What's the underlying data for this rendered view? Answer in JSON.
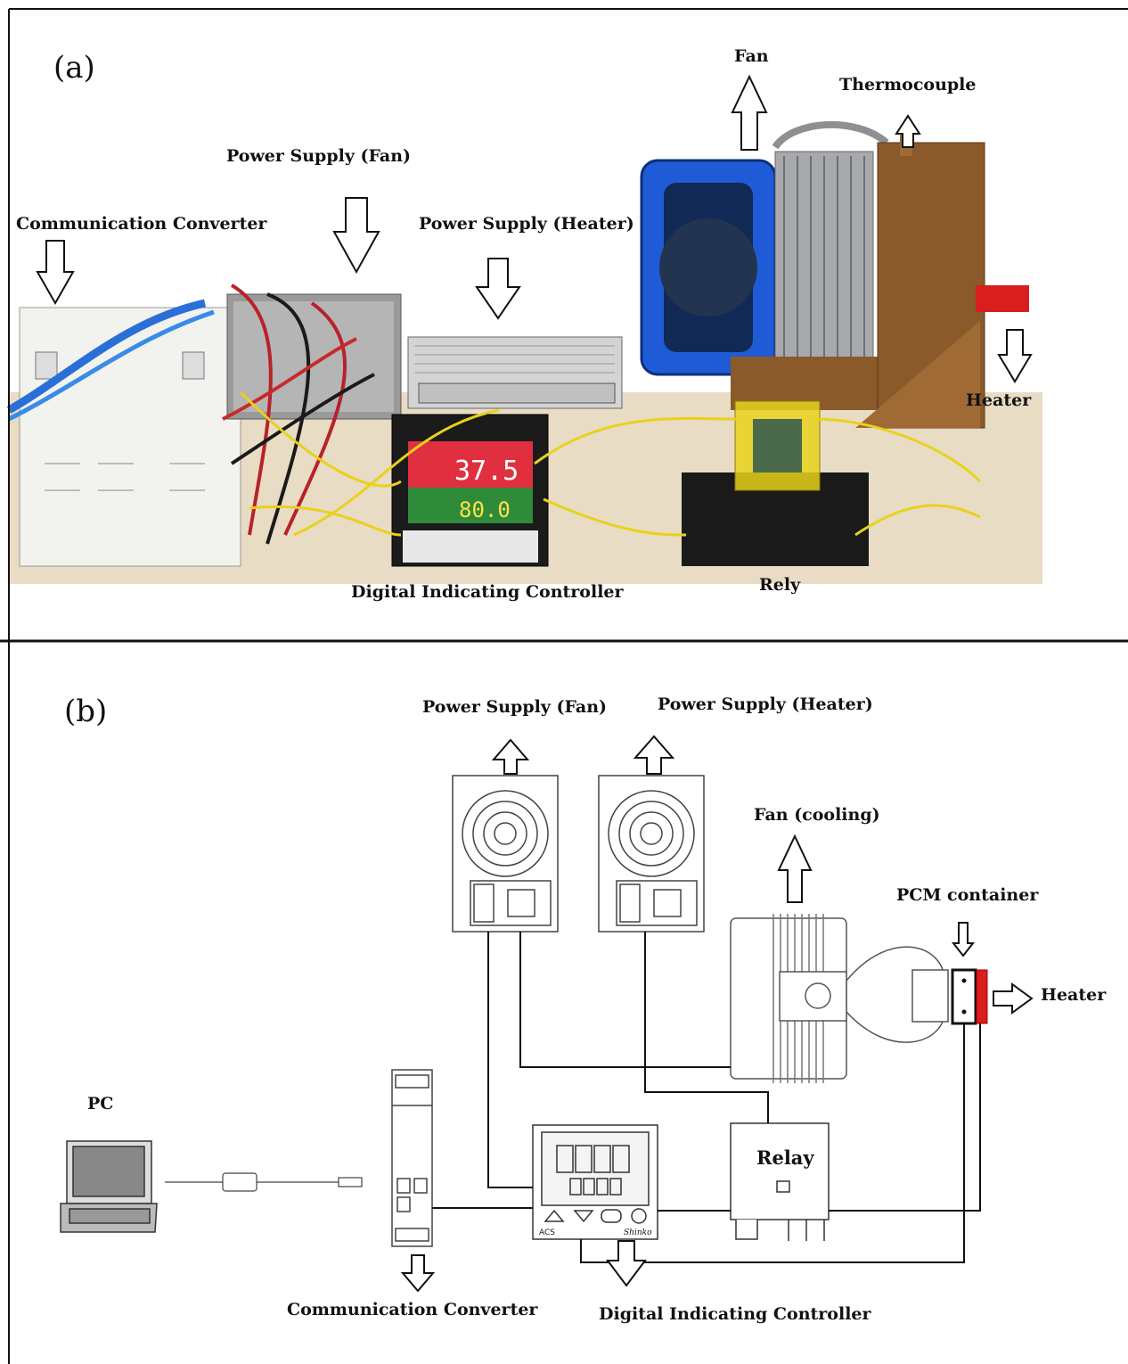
{
  "panel_a": {
    "tag": "(a)",
    "labels": {
      "fan": "Fan",
      "thermocouple": "Thermocouple",
      "power_supply_fan": "Power Supply (Fan)",
      "communication_converter": "Communication Converter",
      "power_supply_heater": "Power Supply (Heater)",
      "heater": "Heater",
      "digital_indicating_controller": "Digital Indicating Controller",
      "rely": "Rely"
    },
    "controller_display": {
      "pv": "37.5",
      "sv": "80.0"
    }
  },
  "panel_b": {
    "tag": "(b)",
    "labels": {
      "power_supply_fan": "Power Supply (Fan)",
      "power_supply_heater": "Power Supply (Heater)",
      "fan_cooling": "Fan (cooling)",
      "pcm_container": "PCM container",
      "heater": "Heater",
      "pc": "PC",
      "relay": "Relay",
      "communication_converter": "Communication Converter",
      "digital_indicating_controller": "Digital Indicating Controller"
    },
    "controller_brand": "ACS",
    "controller_maker": "Shinko"
  },
  "colors": {
    "wire_yellow": "#e8d21c",
    "fan_blue": "#1f5bd6",
    "display_red": "#e03040",
    "heater_red": "#d81e1e",
    "wood": "#8a5a2b"
  }
}
